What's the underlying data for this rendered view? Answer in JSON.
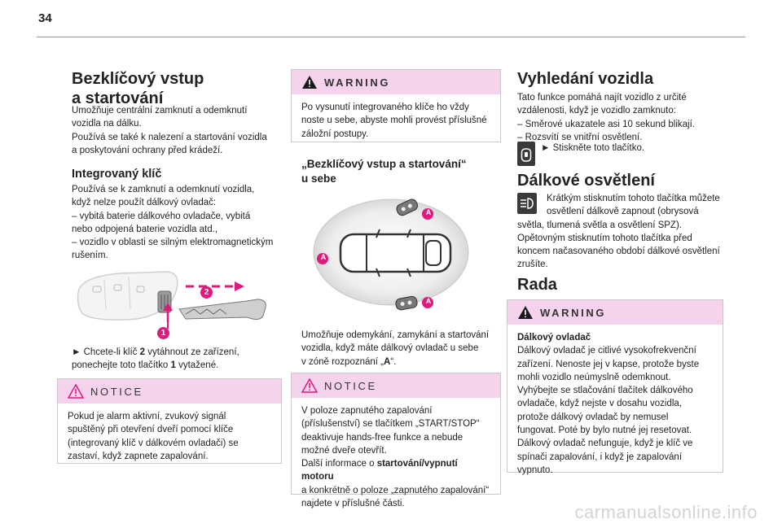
{
  "page_number": "34",
  "col1": {
    "title_line1": "Bezklíčový vstup",
    "title_line2": "a startování",
    "intro": [
      "Umožňuje centrální zamknutí a odemknutí",
      "vozidla na dálku.",
      "Používá se také k nalezení a startování vozidla",
      "a poskytování ochrany před krádeží."
    ],
    "key_heading": "Integrovaný klíč",
    "key_text": [
      "Používá se k zamknutí a odemknutí vozidla,",
      "když nelze použít dálkový ovladač:",
      "–  vybitá baterie dálkového ovladače, vybitá",
      "nebo odpojená baterie vozidla atd.,",
      "–  vozidlo v oblasti se silným elektromagnetickým",
      "rušením."
    ],
    "callout_1": "1",
    "callout_2": "2",
    "instr_line1_a": "►  Chcete-li klíč ",
    "instr_line1_b": "2",
    "instr_line1_c": " vytáhnout ze zařízení,",
    "instr_line2_a": "ponechejte toto tlačítko ",
    "instr_line2_b": "1",
    "instr_line2_c": " vytažené.",
    "notice_label": "NOTICE",
    "notice_text": [
      "Pokud je alarm aktivní, zvukový signál",
      "spuštěný při otevření dveří pomocí klíče",
      "(integrovaný klíč v dálkovém ovladači) se",
      "zastaví, když zapnete zapalování."
    ]
  },
  "col2": {
    "warning_label": "WARNING",
    "warning_text": [
      "Po vysunutí integrovaného klíče ho vždy",
      "noste u sebe, abyste mohli provést příslušné",
      "záložní postupy."
    ],
    "section_heading_line1": "„Bezklíčový vstup a startování“",
    "section_heading_line2": "u sebe",
    "zone_label": "A",
    "desc_line1": "Umožňuje odemykání, zamykání a startování",
    "desc_line2": "vozidla, když máte dálkový ovladač u sebe",
    "desc_line3_a": "v zóně rozpoznání „",
    "desc_line3_b": "A",
    "desc_line3_c": "“.",
    "notice_label": "NOTICE",
    "notice_lines": [
      "V poloze zapnutého zapalování",
      "(příslušenství) se tlačítkem „START/STOP“",
      "deaktivuje hands-free funkce a nebude",
      "možné dveře otevřít."
    ],
    "notice_more_a": "Další informace o ",
    "notice_more_b": "startování/vypnutí motoru",
    "notice_more_c_lines": [
      "a konkrétně o poloze „zapnutého zapalování“",
      "najdete v příslušné části."
    ]
  },
  "col3": {
    "find_title": "Vyhledání vozidla",
    "find_text": [
      "Tato funkce pomáhá najít vozidlo z určité",
      "vzdálenosti, když je vozidlo zamknuto:",
      "–  Směrové ukazatele asi 10 sekund blikají.",
      "–  Rozsvítí se vnitřní osvětlení."
    ],
    "find_instr": "►  Stiskněte toto tlačítko.",
    "light_title": "Dálkové osvětlení",
    "light_line1": "Krátkým stisknutím tohoto tlačítka můžete",
    "light_line2": "osvětlení dálkově zapnout (obrysová",
    "light_rest": [
      "světla, tlumená světla a osvětlení SPZ).",
      "Opětovným stisknutím tohoto tlačítka před",
      "koncem načasovaného období dálkové osvětlení",
      "zrušíte."
    ],
    "tips_title": "Rada",
    "warning_label": "WARNING",
    "warning_sub": "Dálkový ovladač",
    "warning_text": [
      "Dálkový ovladač je citlivé vysokofrekvenční",
      "zařízení. Nenoste jej v kapse, protože byste",
      "mohli vozidlo neúmyslně odemknout.",
      "Vyhýbejte se stlačování tlačítek dálkového",
      "ovladače, když nejste v dosahu vozidla,",
      "protože dálkový ovladač by nemusel",
      "fungovat. Poté by bylo nutné jej resetovat.",
      "Dálkový ovladač nefunguje, když je klíč ve",
      "spínači zapalování, i když je zapalování",
      "vypnuto."
    ]
  },
  "watermark": "carmanualsonline.info",
  "colors": {
    "accent_pink": "#e0197d",
    "box_header": "#f6d3ec"
  }
}
